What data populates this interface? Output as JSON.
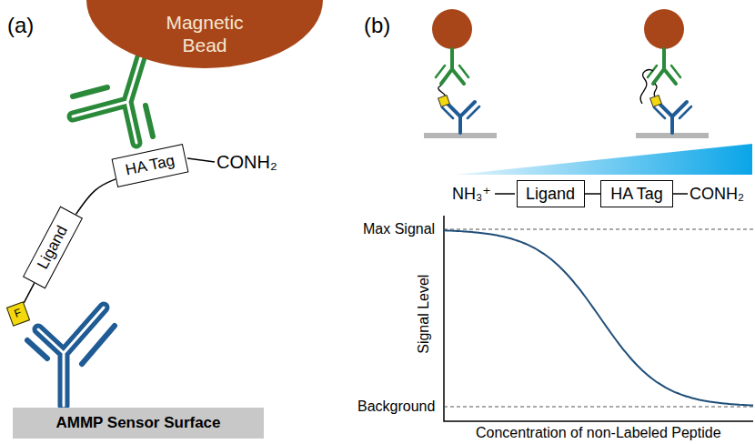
{
  "diagram": {
    "nodes": [
      {
        "text": [
          "Magnetic Bead"
        ]
      },
      {
        "text": [
          "HA Tag"
        ]
      },
      {
        "text": [
          "Ligand"
        ]
      },
      {
        "text": [
          "F"
        ]
      },
      {
        "text": [
          "AMMP Sensor Surface"
        ]
      },
      {
        "text": [
          "Ligand"
        ]
      },
      {
        "text": [
          "HA Tag"
        ]
      }
    ],
    "edges": [
      {
        "from": 1,
        "to": 2,
        "arrow": "none"
      },
      {
        "from": 2,
        "to": 3,
        "arrow": "none"
      },
      {
        "from": 5,
        "to": 6,
        "arrow": "none"
      }
    ],
    "labels": [
      "(a)",
      "CONH₂",
      "(b)",
      "NH₃⁺",
      "CONH₂",
      "Max Signal",
      "Signal Level",
      "Background",
      "Concentration of non-Labeled Peptide"
    ]
  }
}
